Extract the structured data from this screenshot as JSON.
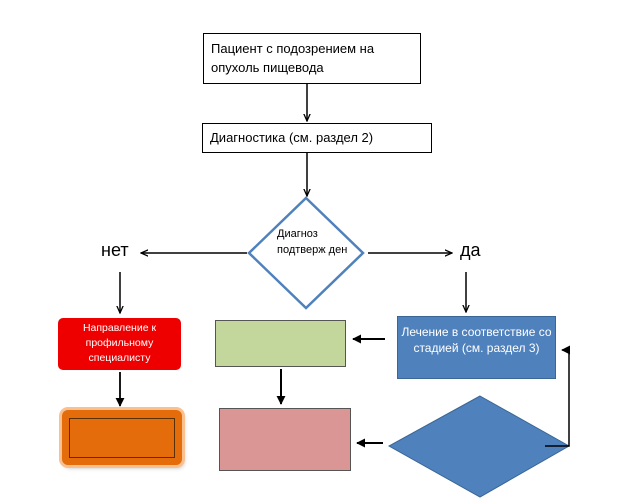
{
  "nodes": {
    "start": "Пациент с подозрением на опухоль пищевода",
    "diagnostics": "Диагностика (см. раздел  2)",
    "decision": "Диагноз подтверж ден",
    "no": "нет",
    "yes": "да",
    "referral": "Направление к профильному специалисту",
    "treatment": "Лечение в соответствие со стадией (см. раздел 3)"
  },
  "colors": {
    "referral_fill": "#ee0000",
    "treatment_fill": "#4f81bd",
    "green_fill": "#c3d69b",
    "pink_fill": "#d99694",
    "orange_fill": "#e46c0a",
    "diamond_fill": "#4f81bd"
  }
}
